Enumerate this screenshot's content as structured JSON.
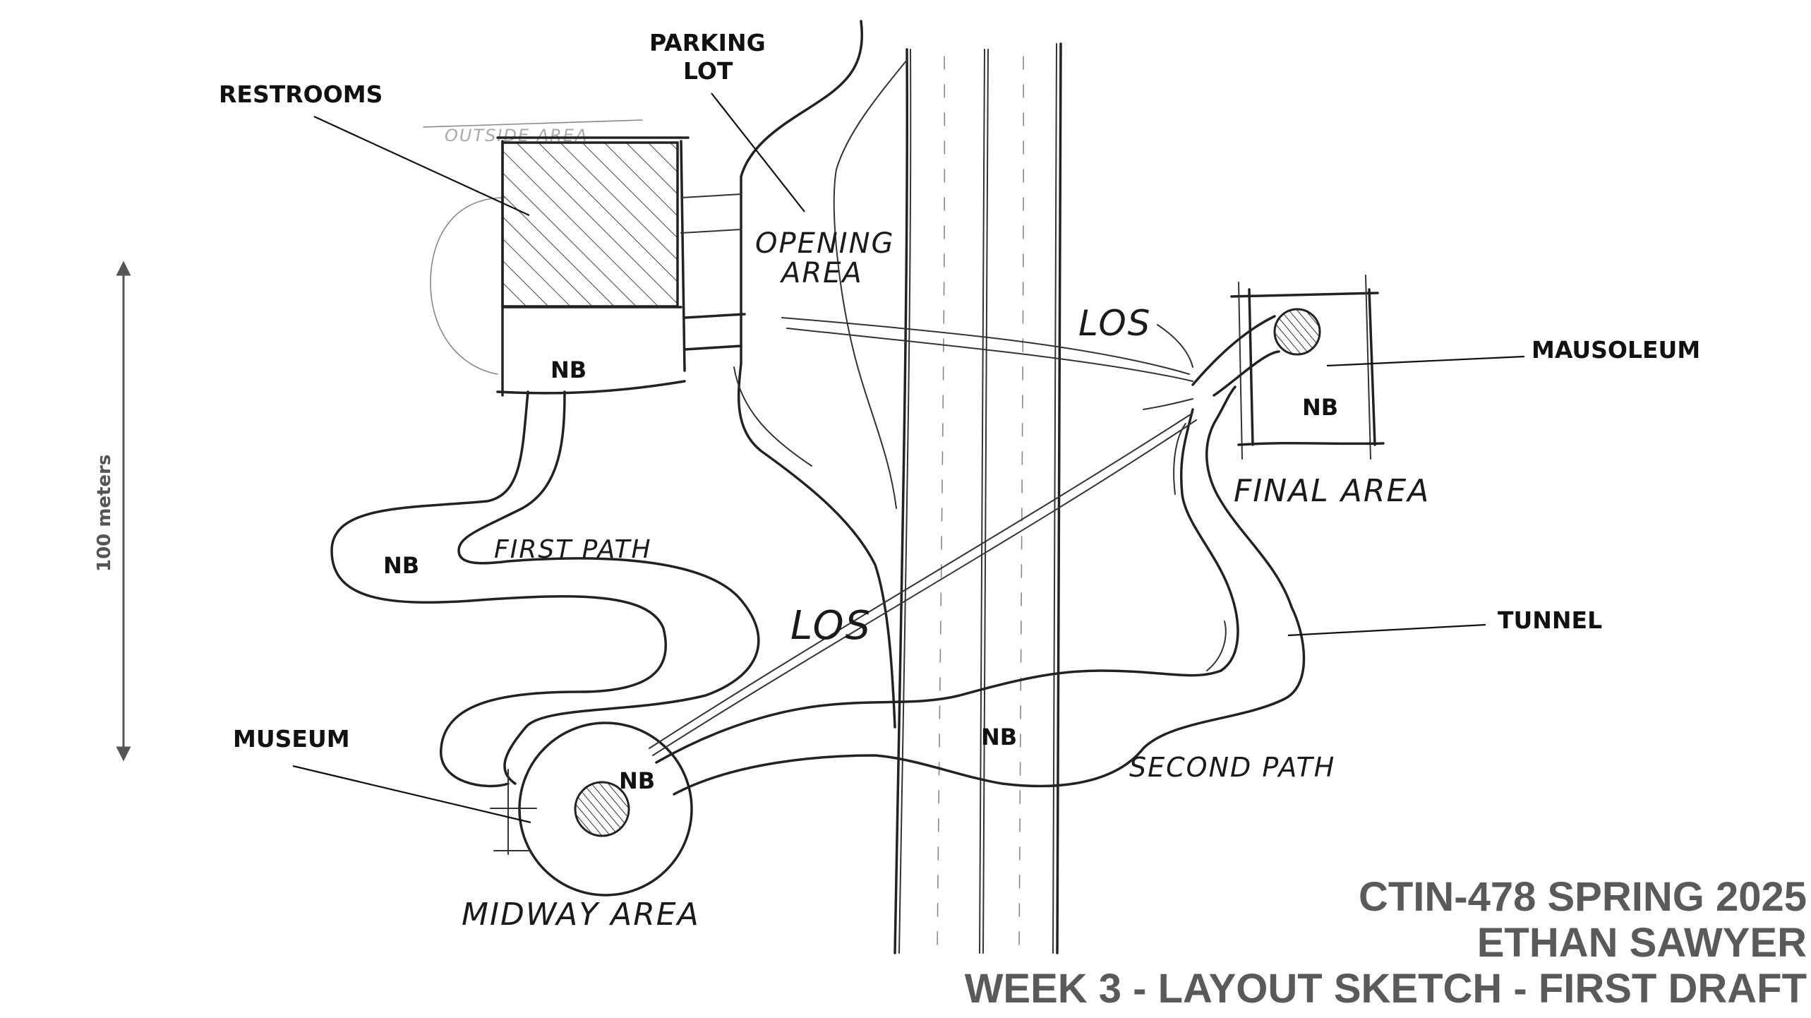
{
  "labels": {
    "restrooms": "RESTROOMS",
    "parking_lot_1": "PARKING",
    "parking_lot_2": "LOT",
    "mausoleum": "MAUSOLEUM",
    "tunnel": "TUNNEL",
    "museum": "MUSEUM"
  },
  "hand_labels": {
    "opening_area_1": "OPENING",
    "opening_area_2": "AREA",
    "los_top": "LOS",
    "los_bottom": "LOS",
    "final_area": "FINAL AREA",
    "first_path": "FIRST PATH",
    "second_path": "SECOND PATH",
    "midway_area": "MIDWAY AREA",
    "restroom_faint": "OUTSIDE AREA"
  },
  "nb": {
    "restrooms": "NB",
    "first_path": "NB",
    "museum": "NB",
    "road": "NB",
    "mausoleum": "NB"
  },
  "scale": {
    "label": "100 meters",
    "color": "#555555"
  },
  "title_block": {
    "line1": "CTIN-478 SPRING 2025",
    "line2": "ETHAN SAWYER",
    "line3": "WEEK 3 - LAYOUT SKETCH - FIRST DRAFT",
    "color": "#5a5a5a"
  }
}
